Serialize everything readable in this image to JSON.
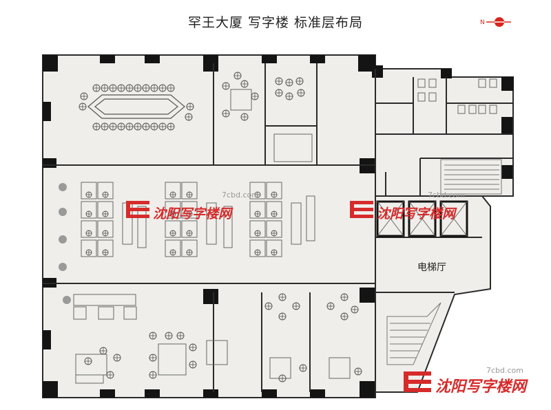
{
  "title": "罕王大厦 写字楼 标准层布局",
  "compass": {
    "letter": "N",
    "color": "#d9251c"
  },
  "rooms": {
    "elevator_hall": "电梯厅"
  },
  "watermarks": [
    {
      "text": "沈阳写字楼网",
      "site": "7cbd.com"
    },
    {
      "text": "沈阳写字楼网",
      "site": "7cbd.com"
    },
    {
      "text": "沈阳写字楼网",
      "site": "7cbd.com"
    }
  ],
  "colors": {
    "floor": "#efeeea",
    "wall": "#141414",
    "watermark": "#d62b2b",
    "line": "#8c8c8c"
  }
}
